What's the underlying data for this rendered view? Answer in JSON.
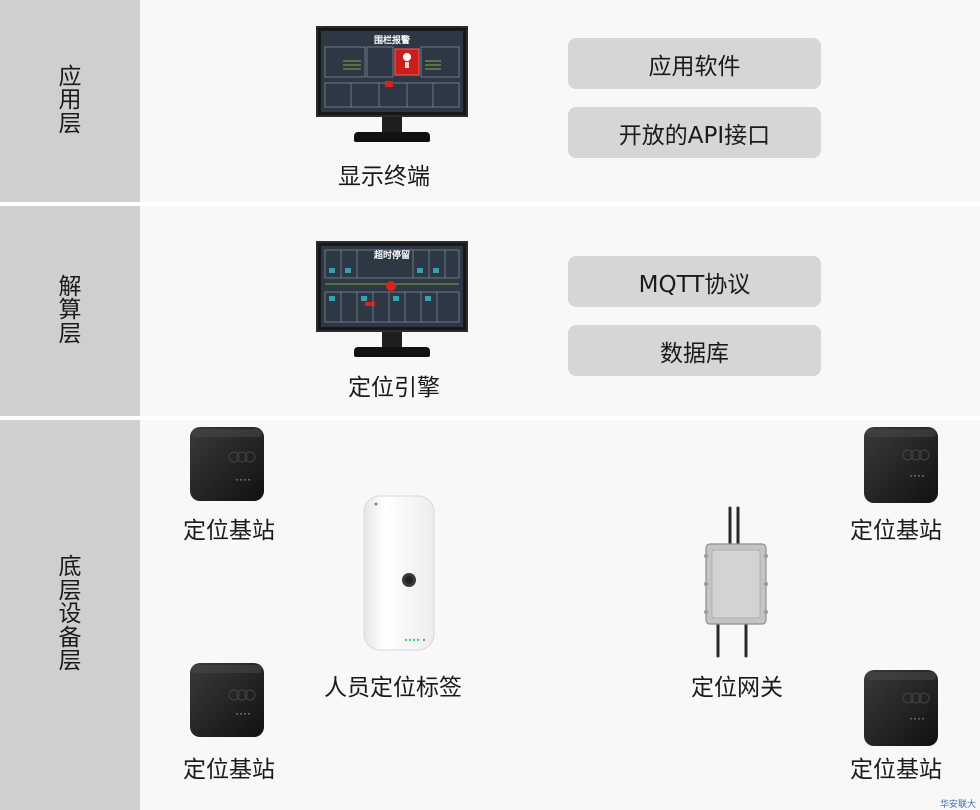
{
  "layers": [
    {
      "label": "应用层"
    },
    {
      "label": "解算层"
    },
    {
      "label": "底层设备层"
    }
  ],
  "application": {
    "monitor_screen_title": "围栏报警",
    "monitor_caption": "显示终端",
    "pills": [
      "应用软件",
      "开放的API接口"
    ]
  },
  "computation": {
    "monitor_screen_title": "超时停留",
    "monitor_caption": "定位引擎",
    "pills": [
      "MQTT协议",
      "数据库"
    ]
  },
  "devices": {
    "anchor_top_left": "定位基站",
    "anchor_bottom_left": "定位基站",
    "anchor_top_right": "定位基站",
    "anchor_bottom_right": "定位基站",
    "tag": "人员定位标签",
    "gateway": "定位网关"
  },
  "watermark": "华安联大",
  "colors": {
    "label_bg": "#cfcfcf",
    "band_bg": "#f8f8f8",
    "pill_bg": "#d6d6d6",
    "alarm_red": "#d9231f",
    "watermark_blue": "#3a6fb5"
  }
}
